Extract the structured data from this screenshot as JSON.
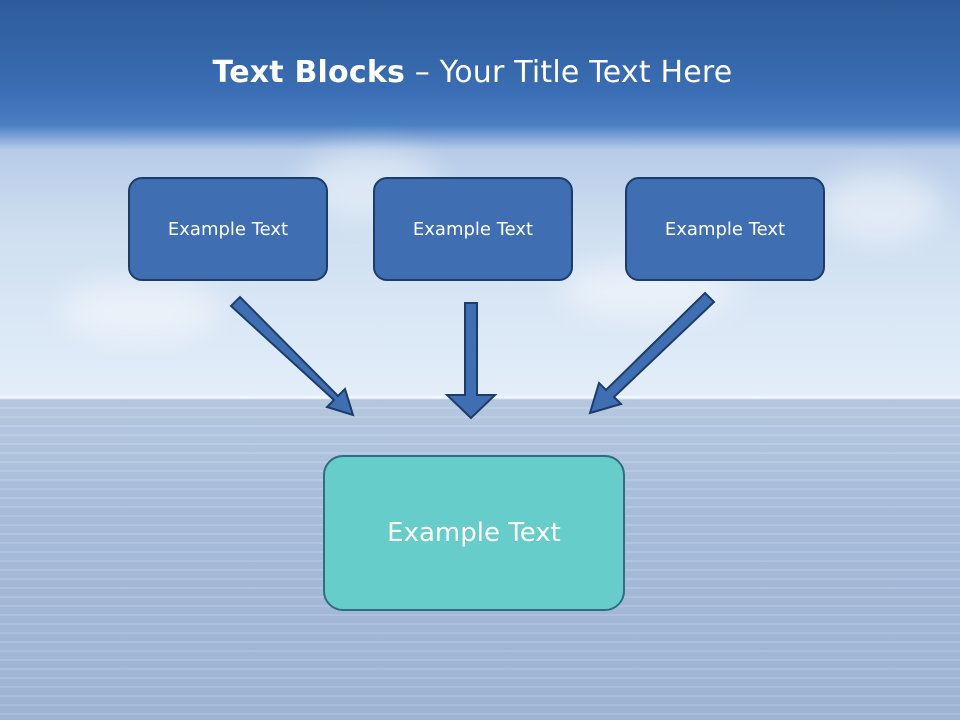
{
  "slide": {
    "title_bold": "Text Blocks",
    "title_rest": " – Your Title Text Here",
    "boxes": [
      {
        "label": "Example Text"
      },
      {
        "label": "Example Text"
      },
      {
        "label": "Example Text"
      }
    ],
    "target": {
      "label": "Example Text"
    }
  },
  "colors": {
    "box_fill": "#3f6fb2",
    "box_border": "#1e3c68",
    "target_fill": "#66cdcb",
    "target_border": "#2f6d80",
    "arrow_fill": "#3f6fb2"
  }
}
